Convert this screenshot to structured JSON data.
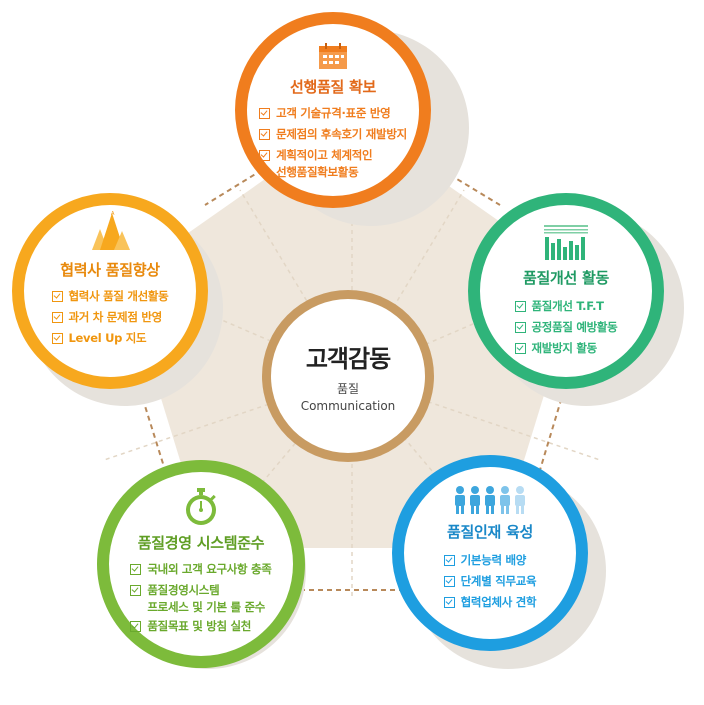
{
  "center": {
    "title": "고객감동",
    "sub1": "품질",
    "sub2": "Communication"
  },
  "nodes": {
    "top": {
      "title": "선행품질 확보",
      "color": "#f07d1e",
      "icon": "calendar-icon",
      "items": [
        "고객 기술규격·표준 반영",
        "문제점의 후속호기 재발방지",
        "계획적이고 체계적인\n선행품질확보활동"
      ]
    },
    "right": {
      "title": "품질개선 활동",
      "color": "#2fb47a",
      "icon": "bar-chart-icon",
      "items": [
        "품질개선 T.F.T",
        "공정품질 예방활동",
        "재발방지 활동"
      ]
    },
    "bottom_right": {
      "title": "품질인재 육성",
      "color": "#1e9ee0",
      "icon": "people-icon",
      "items": [
        "기본능력 배양",
        "단계별 직무교육",
        "협력업체사 견학"
      ]
    },
    "bottom_left": {
      "title": "품질경영 시스템준수",
      "color": "#7dbb3b",
      "icon": "stopwatch-icon",
      "items": [
        "국내외 고객 요구사항 충족",
        "품질경영시스템\n프로세스 및 기본 룰 준수",
        "품질목표 및 방침 실천"
      ]
    },
    "left": {
      "title": "협력사 품질향상",
      "color": "#f7a81e",
      "icon": "mountain-peaks-icon",
      "items": [
        "협력사 품질 개선활동",
        "과거 차 문제점 반영",
        "Level Up 지도"
      ]
    }
  }
}
